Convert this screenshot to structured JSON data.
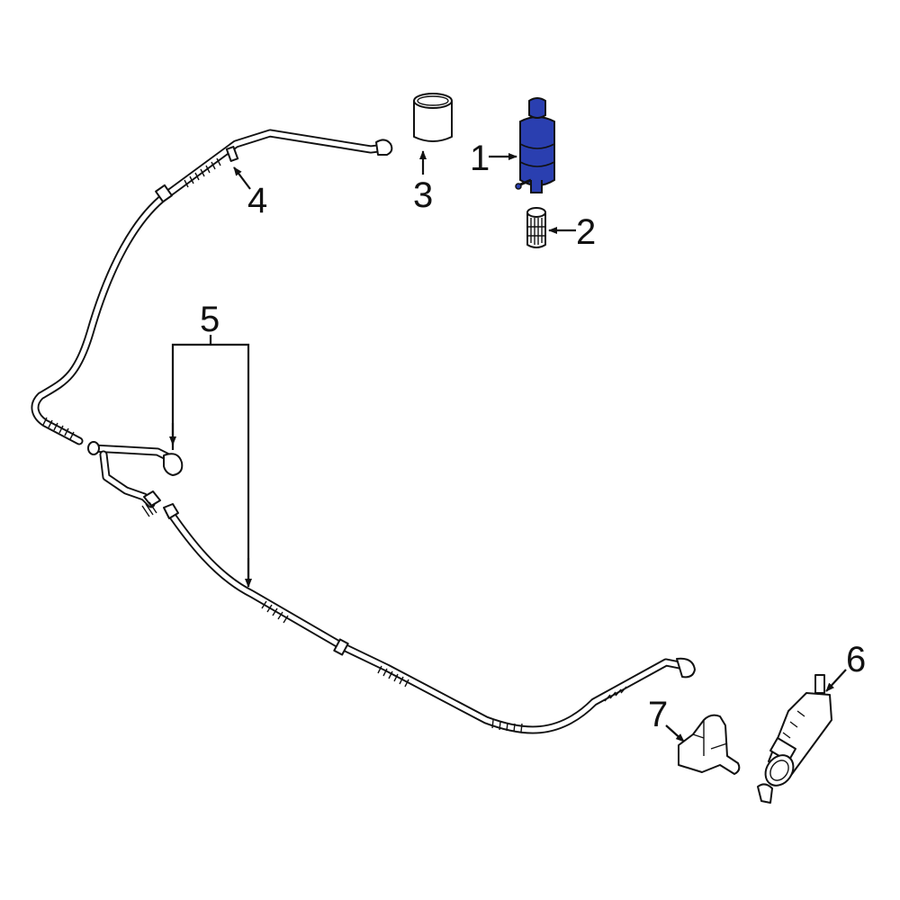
{
  "diagram": {
    "callouts": [
      {
        "id": "1",
        "label": "1"
      },
      {
        "id": "2",
        "label": "2"
      },
      {
        "id": "3",
        "label": "3"
      },
      {
        "id": "4",
        "label": "4"
      },
      {
        "id": "5",
        "label": "5"
      },
      {
        "id": "6",
        "label": "6"
      },
      {
        "id": "7",
        "label": "7"
      }
    ],
    "colors": {
      "highlight": "#2a3fb0",
      "highlight_dark": "#1a2a80",
      "line": "#111111",
      "background": "#ffffff"
    }
  }
}
